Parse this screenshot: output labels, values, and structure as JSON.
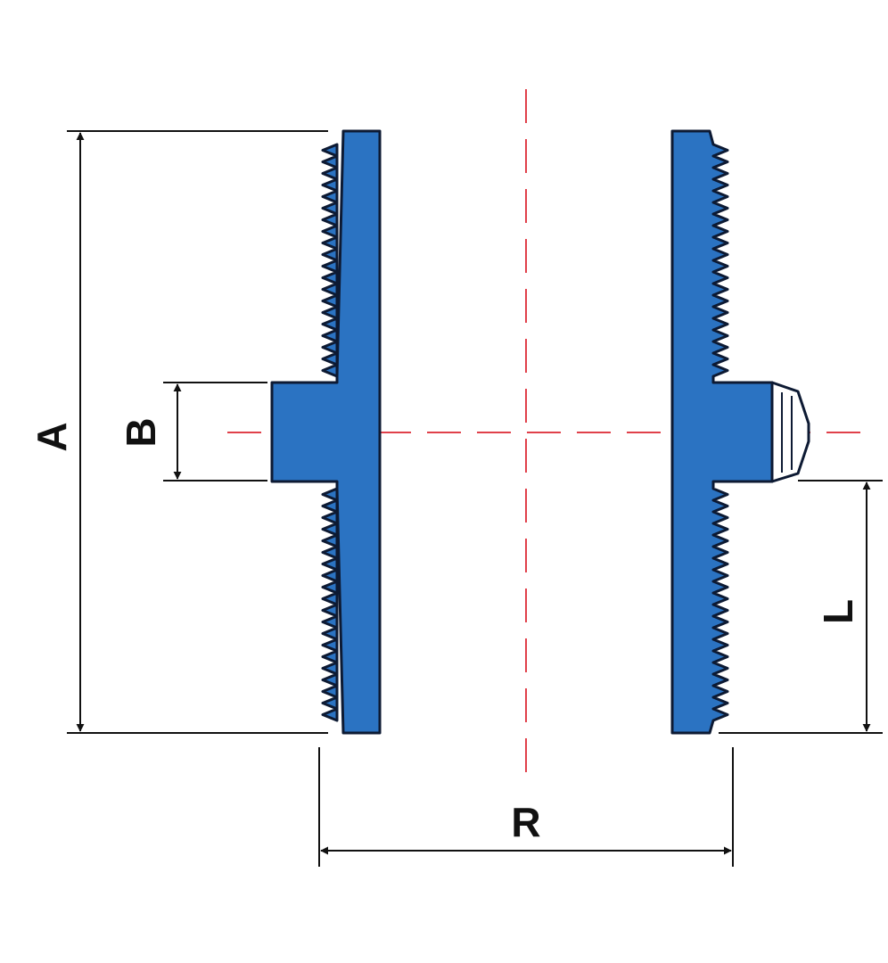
{
  "labels": {
    "overall_length": "A",
    "hex_width": "B",
    "thread_length": "L",
    "thread_size": "R"
  },
  "colors": {
    "body": "#2b73c2",
    "outline": "#0d1a33",
    "centerline": "#e0404a",
    "dimension": "#111111"
  }
}
